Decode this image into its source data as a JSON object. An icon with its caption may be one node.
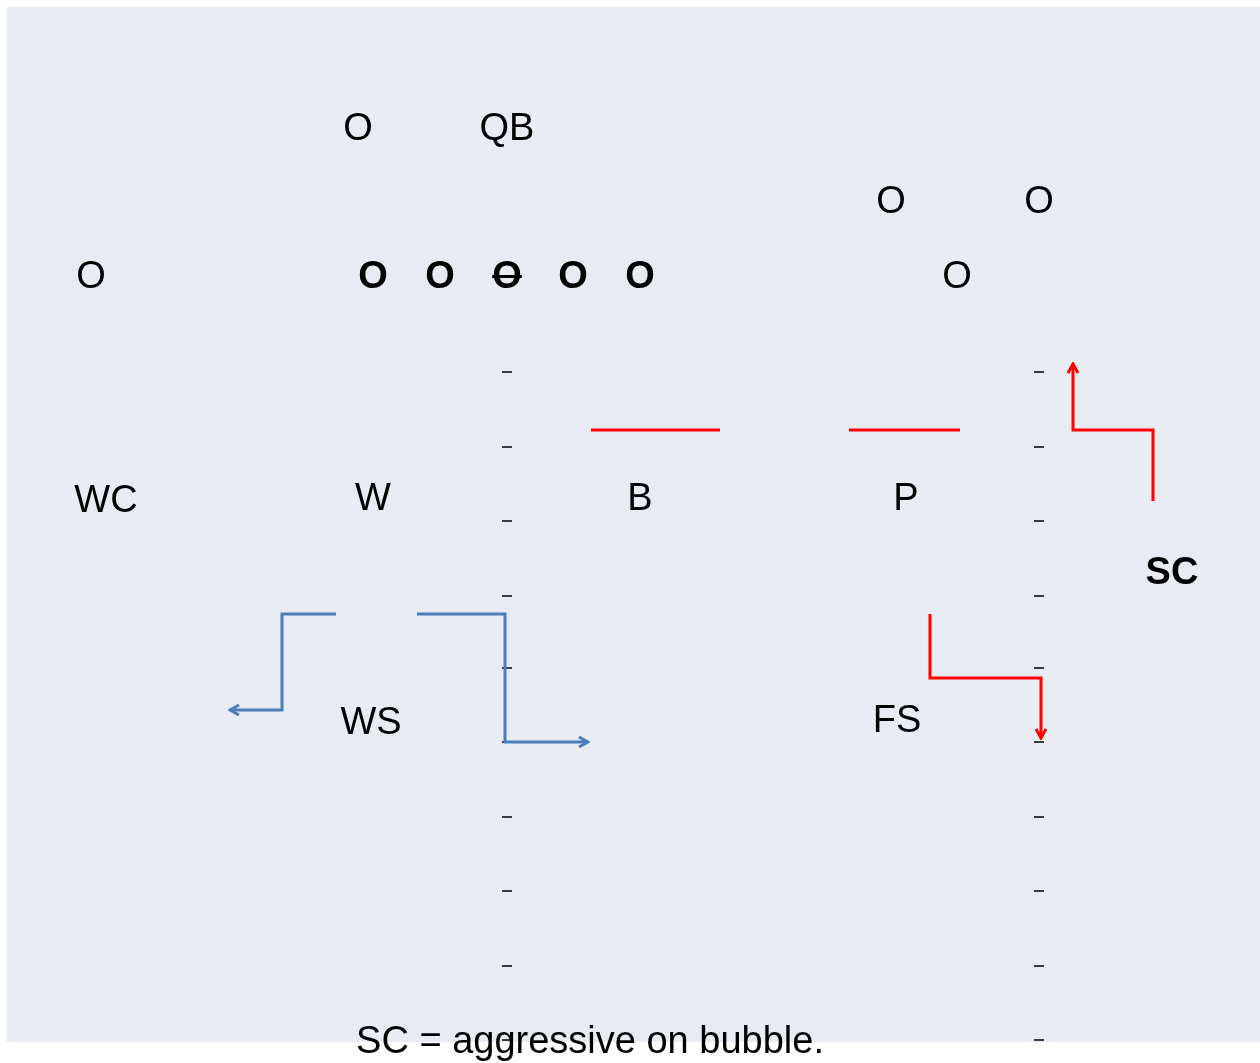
{
  "diagram": {
    "caption": "SC =  aggressive on bubble.",
    "labels": [
      "O",
      "QB",
      "O",
      "O",
      "O",
      "O",
      "O",
      "O",
      "O",
      "O",
      "O",
      "WC",
      "W",
      "B",
      "P",
      "SC",
      "WS",
      "FS"
    ]
  }
}
